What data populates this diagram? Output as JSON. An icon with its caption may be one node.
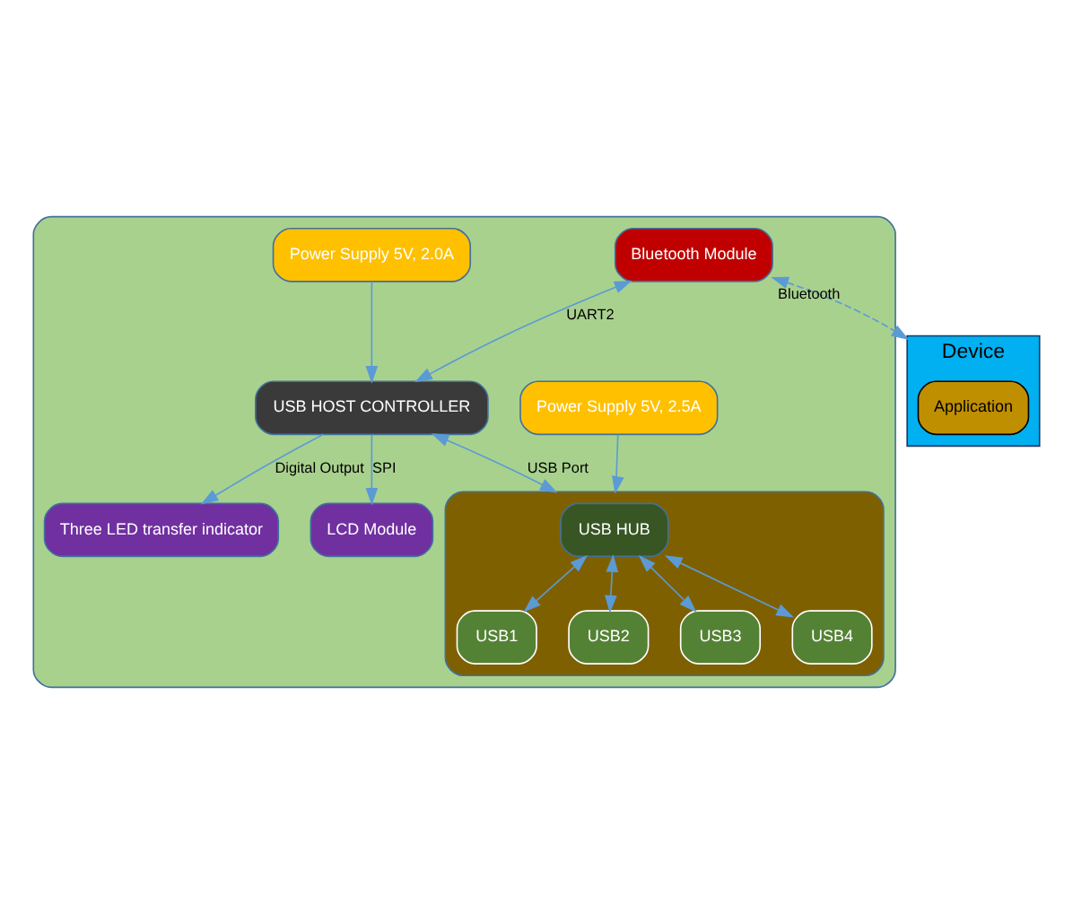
{
  "diagram": {
    "nodes": [
      {
        "text": [],
        "shape": "box"
      },
      {
        "text": [
          "Three LED transfer indicator"
        ],
        "in": 0
      },
      {
        "text": [
          "LCD Module"
        ],
        "in": 0
      },
      {
        "text": [
          "Power Supply 5V, 2.5A"
        ],
        "in": 0
      },
      {
        "text": [
          "Bluetooth Module"
        ],
        "in": 0
      },
      {
        "text": [
          "USB HOST CONTROLLER"
        ],
        "in": 0
      },
      {
        "text": [],
        "shape": "box",
        "in": 0
      },
      {
        "text": [
          "USB HUB"
        ],
        "in": 6
      },
      {
        "text": [
          "USB1"
        ],
        "in": 6
      },
      {
        "text": [
          "USB2"
        ],
        "in": 6
      },
      {
        "text": [
          "USB3"
        ],
        "in": 6
      },
      {
        "text": [
          "USB4"
        ],
        "in": 6
      },
      {
        "text": [
          "Power Supply 5V, 2.0A"
        ],
        "in": 0
      },
      {
        "text": [
          "Device"
        ]
      },
      {
        "text": [
          "Application"
        ],
        "in": 13
      }
    ],
    "edges": [
      {
        "from": 5,
        "to": 1,
        "arrow": "to",
        "label": "Digital Output"
      },
      {
        "from": 5,
        "to": 2,
        "arrow": "to",
        "label": "SPI"
      },
      {
        "from": 4,
        "to": 5,
        "arrow": "both",
        "label": "UART2"
      },
      {
        "from": 5,
        "to": 6,
        "arrow": "both",
        "label": "USB Port"
      },
      {
        "from": 3,
        "to": 6,
        "arrow": "to"
      },
      {
        "from": 7,
        "to": 8,
        "arrow": "both"
      },
      {
        "from": 7,
        "to": 9,
        "arrow": "both"
      },
      {
        "from": 7,
        "to": 10,
        "arrow": "both"
      },
      {
        "from": 7,
        "to": 11,
        "arrow": "both"
      },
      {
        "from": 12,
        "to": 5,
        "arrow": "to"
      },
      {
        "from": 4,
        "to": 13,
        "arrow": "both",
        "style": "dashed",
        "label": "Bluetooth"
      }
    ]
  }
}
